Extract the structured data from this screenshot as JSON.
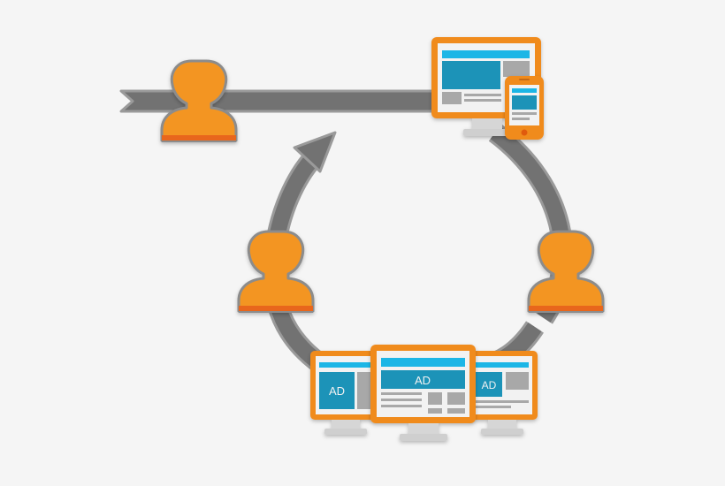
{
  "colors": {
    "background": "#f5f5f5",
    "track": "#727272",
    "track_outline": "#9a9a9a",
    "person_body": "#f39521",
    "person_outline": "#8c8c8c",
    "person_base": "#e8661c",
    "device_frame": "#f08b1f",
    "screen_bg": "#f2f2f2",
    "header_blue": "#1fb6e6",
    "content_blue": "#1a93b8",
    "placeholder_gray": "#a8a8a8",
    "stand_gray": "#d6d6d6"
  },
  "icons": [
    "person-icon",
    "desktop-monitor-icon",
    "smartphone-icon",
    "ad-monitor-icon",
    "curved-arrow-icon"
  ],
  "ads": {
    "left": "AD",
    "center": "AD",
    "right": "AD"
  }
}
